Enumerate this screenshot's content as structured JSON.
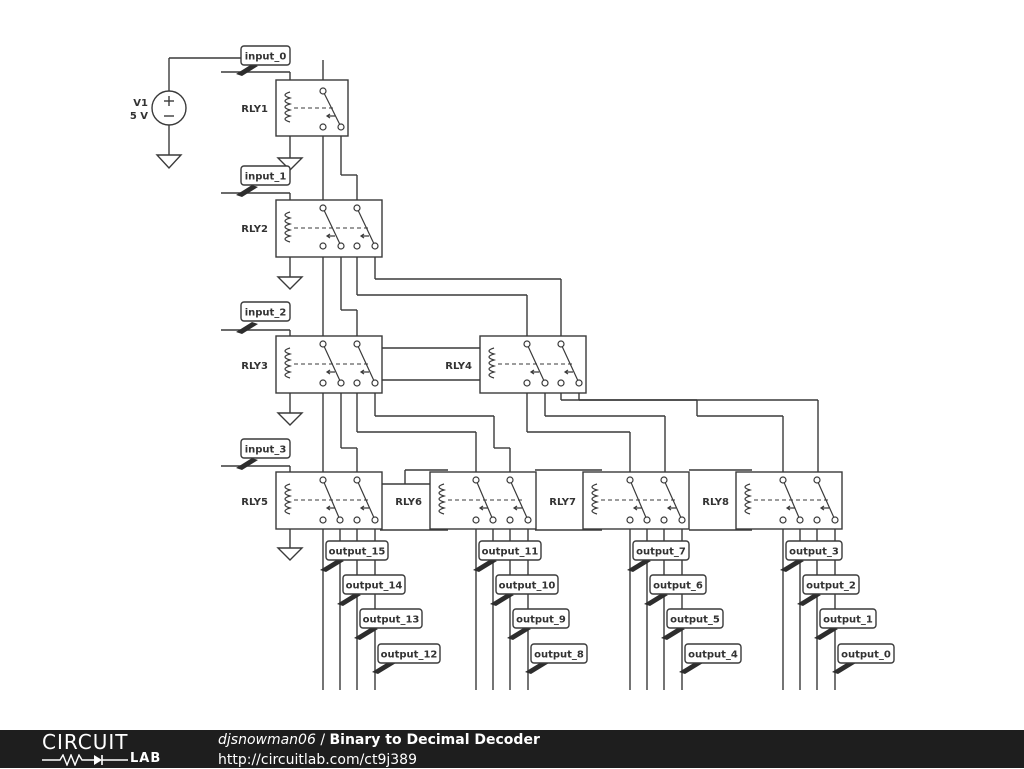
{
  "source": {
    "name": "V1",
    "value": "5 V"
  },
  "inputs": [
    "input_0",
    "input_1",
    "input_2",
    "input_3"
  ],
  "relays": [
    "RLY1",
    "RLY2",
    "RLY3",
    "RLY4",
    "RLY5",
    "RLY6",
    "RLY7",
    "RLY8"
  ],
  "outputs": [
    "output_15",
    "output_14",
    "output_13",
    "output_12",
    "output_11",
    "output_10",
    "output_9",
    "output_8",
    "output_7",
    "output_6",
    "output_5",
    "output_4",
    "output_3",
    "output_2",
    "output_1",
    "output_0"
  ],
  "footer": {
    "logo_top": "CIRCUIT",
    "logo_bottom": "LAB",
    "author": "djsnowman06",
    "separator": " / ",
    "title": "Binary to Decimal Decoder",
    "url": "http://circuitlab.com/ct9j389"
  }
}
